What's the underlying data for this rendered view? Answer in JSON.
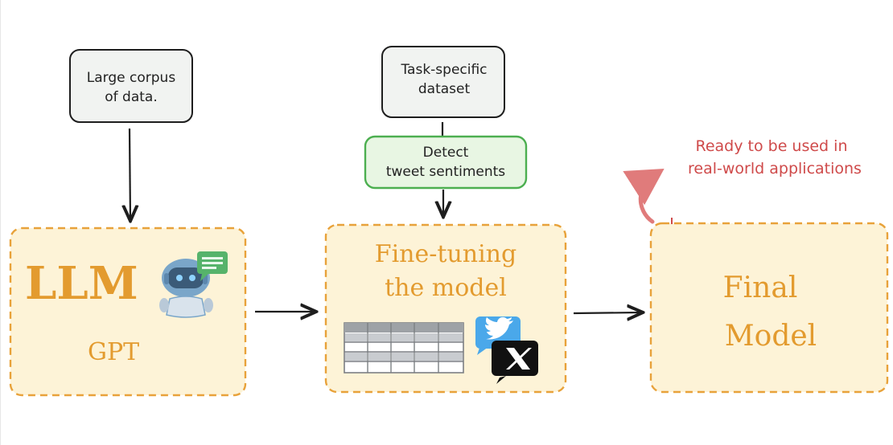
{
  "inputs": {
    "corpus_line1": "Large corpus",
    "corpus_line2": "of data.",
    "task_line1": "Task-specific",
    "task_line2": "dataset",
    "detect_line1": "Detect",
    "detect_line2": "tweet sentiments"
  },
  "boxes": {
    "llm_title": "LLM",
    "llm_sub": "GPT",
    "finetune_line1": "Fine-tuning",
    "finetune_line2": "the model",
    "final_line1": "Final",
    "final_line2": "Model"
  },
  "note": {
    "line1": "Ready to be used in",
    "line2": "real-world applications"
  },
  "icons": {
    "robot": "robot-chat-icon",
    "table": "table-grid-icon",
    "twitter": "twitter-bird-icon",
    "x": "x-logo-icon"
  },
  "colors": {
    "box_fill": "#fdf3d7",
    "box_border": "#e8a23a",
    "orange_text": "#e39b2f",
    "green_border": "#4caf50",
    "green_fill": "#e8f6e3",
    "note_red": "#cf4a4a",
    "arrow_dark": "#1e1e1e"
  }
}
